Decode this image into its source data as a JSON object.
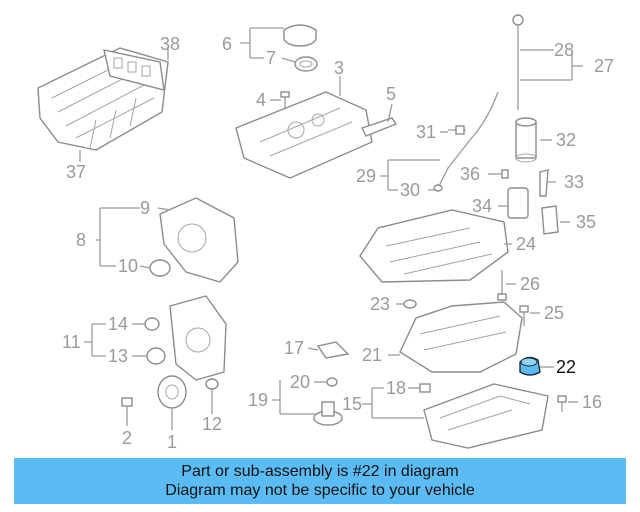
{
  "diagram": {
    "highlight_part": "22",
    "highlight_color": "#5bbcf5",
    "callouts": [
      "1",
      "2",
      "3",
      "4",
      "5",
      "6",
      "7",
      "8",
      "9",
      "10",
      "11",
      "12",
      "13",
      "14",
      "15",
      "16",
      "17",
      "18",
      "19",
      "20",
      "21",
      "22",
      "23",
      "24",
      "25",
      "26",
      "27",
      "28",
      "29",
      "30",
      "31",
      "32",
      "33",
      "34",
      "35",
      "36",
      "37",
      "38"
    ]
  },
  "banner": {
    "line1": "Part or sub-assembly is #22 in diagram",
    "line2": "Diagram may not be specific to your vehicle",
    "background": "#5bbcf5"
  }
}
